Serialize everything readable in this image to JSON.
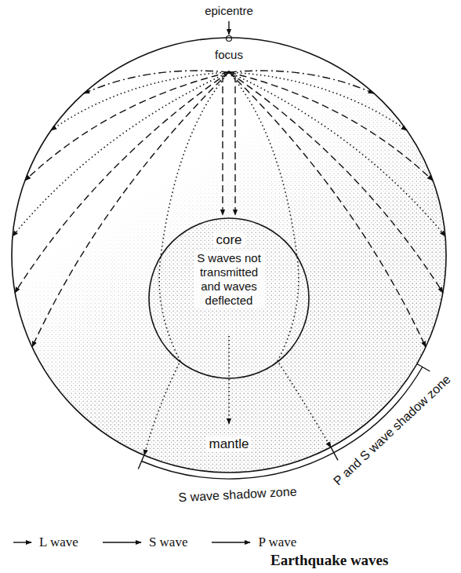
{
  "diagram": {
    "caption": "Earthquake waves",
    "nodes": [
      {
        "text": [
          "focus",
          "mantle"
        ]
      },
      {
        "text": [
          "core",
          "S waves not transmitted and waves deflected"
        ],
        "in": 0
      }
    ],
    "labels": [
      "epicentre",
      "S wave shadow zone",
      "P and S wave shadow zone"
    ],
    "legend": [
      {
        "text": "L wave"
      },
      {
        "text": "S wave"
      },
      {
        "text": "P wave"
      }
    ]
  }
}
